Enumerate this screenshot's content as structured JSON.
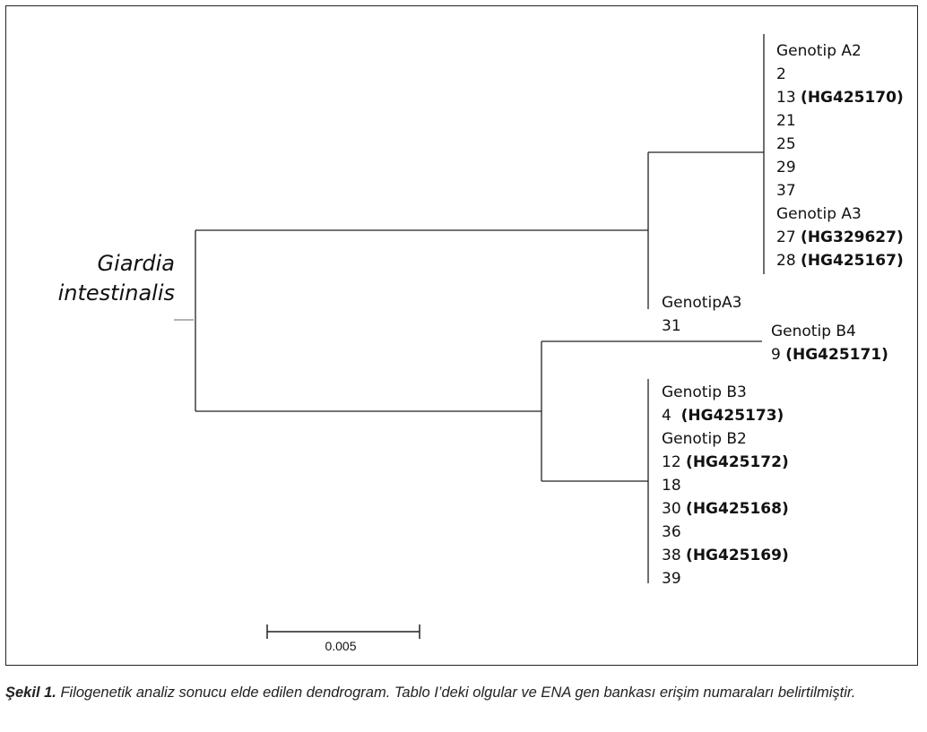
{
  "root": {
    "line1": "Giardia",
    "line2": "intestinalis"
  },
  "groups": {
    "a2": [
      {
        "num": "Genotip A2",
        "acc": ""
      },
      {
        "num": "2",
        "acc": ""
      },
      {
        "num": "13 ",
        "acc": "(HG425170)"
      },
      {
        "num": "21",
        "acc": ""
      },
      {
        "num": "25",
        "acc": ""
      },
      {
        "num": "29",
        "acc": ""
      },
      {
        "num": "37",
        "acc": ""
      },
      {
        "num": "Genotip A3",
        "acc": ""
      },
      {
        "num": "27 ",
        "acc": "(HG329627)"
      },
      {
        "num": "28 ",
        "acc": "(HG425167)"
      }
    ],
    "a3_31": [
      {
        "num": "GenotipA3",
        "acc": ""
      },
      {
        "num": "31",
        "acc": ""
      }
    ],
    "b4": [
      {
        "num": "Genotip B4",
        "acc": ""
      },
      {
        "num": "9 ",
        "acc": "(HG425171)"
      }
    ],
    "b3b2": [
      {
        "num": "Genotip B3",
        "acc": ""
      },
      {
        "num": "4  ",
        "acc": "(HG425173)"
      },
      {
        "num": "Genotip B2",
        "acc": ""
      },
      {
        "num": "12 ",
        "acc": "(HG425172)"
      },
      {
        "num": "18",
        "acc": ""
      },
      {
        "num": "30 ",
        "acc": "(HG425168)"
      },
      {
        "num": "36",
        "acc": ""
      },
      {
        "num": "38 ",
        "acc": "(HG425169)"
      },
      {
        "num": "39",
        "acc": ""
      }
    ]
  },
  "scale_bar": {
    "value": 0.005,
    "label": "0.005"
  },
  "caption": {
    "prefix": "Şekil 1.",
    "text": " Filogenetik analiz sonucu elde edilen dendrogram. Tablo I’deki olgular ve ENA gen bankası erişim numaraları belirtilmiştir."
  },
  "colors": {
    "line": "#222222",
    "root_stub": "#888888",
    "text": "#111111"
  }
}
